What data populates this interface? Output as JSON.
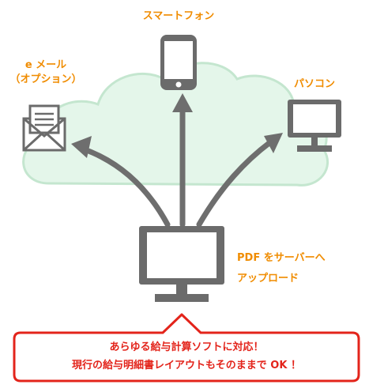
{
  "labels": {
    "email_line1": "e メール",
    "email_line2": "（オプション）",
    "smartphone": "スマートフォン",
    "pc": "パソコン",
    "upload_line1": "PDF をサーバーへ",
    "upload_line2": "アップロード"
  },
  "callout": {
    "line1": "あらゆる給与計算ソフトに対応！",
    "line2": "現行の給与明細書レイアウトもそのままで OK ！"
  },
  "colors": {
    "accent": "#f08c00",
    "callout_red": "#e3241b",
    "cloud_fill": "#e4f6ea",
    "cloud_stroke": "#c4e6cf",
    "device_gray": "#6b6b6b",
    "arrow_gray": "#6e6e6e"
  }
}
